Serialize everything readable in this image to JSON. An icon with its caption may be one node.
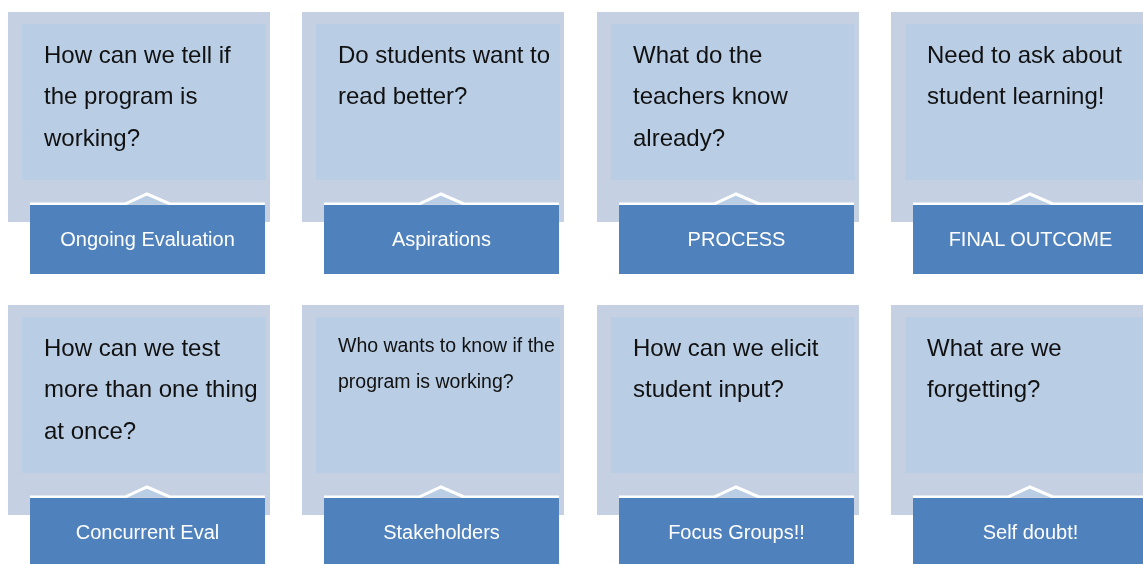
{
  "diagram": {
    "nodes": [
      {
        "text": [
          "How can we tell if the program is working?",
          "Ongoing Evaluation"
        ]
      },
      {
        "text": [
          "Do students want to read better?",
          "Aspirations"
        ]
      },
      {
        "text": [
          "What do the teachers know already?",
          "PROCESS"
        ]
      },
      {
        "text": [
          "Need to ask about student learning!",
          "FINAL OUTCOME"
        ]
      },
      {
        "text": [
          "How can we test more than one thing at once?",
          "Concurrent Eval"
        ]
      },
      {
        "text": [
          "Who wants to know if the program is working?",
          "Stakeholders"
        ]
      },
      {
        "text": [
          "How can we elicit student input?",
          "Focus Groups!!"
        ]
      },
      {
        "text": [
          "What are we forgetting?",
          "Self doubt!"
        ]
      }
    ]
  }
}
